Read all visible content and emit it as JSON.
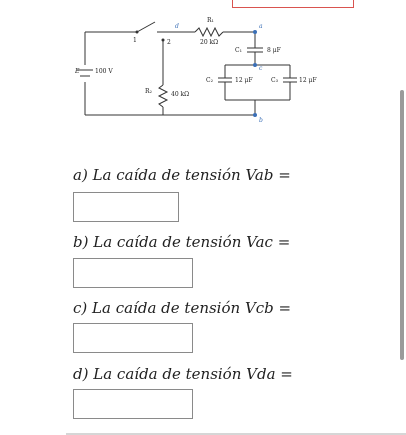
{
  "circuit": {
    "labels": {
      "r1": "R₁",
      "r1_value": "20 kΩ",
      "c1": "C₁",
      "c1_value": "8 μF",
      "c2": "C₂",
      "c2_value": "12 μF",
      "c3": "C₃",
      "c3_value": "12 μF",
      "r2": "R₂",
      "r2_value": "40 kΩ",
      "emf": "E",
      "emf_value": "100 V",
      "node_a": "a",
      "node_b": "b",
      "node_c": "c",
      "node_d": "d",
      "switch_1": "1",
      "switch_2": "2"
    }
  },
  "questions": [
    {
      "letter": "a)",
      "text": "La caída de tensión Vab ="
    },
    {
      "letter": "b)",
      "text": "La caída de tensión Vac ="
    },
    {
      "letter": "c)",
      "text": "La caída de tensión Vcb ="
    },
    {
      "letter": "d)",
      "text": "La caída de tensión Vda ="
    }
  ],
  "answers": [
    "",
    "",
    "",
    ""
  ],
  "colors": {
    "accent_border": "#d9534f",
    "circuit_blue": "#3b6fb6"
  }
}
